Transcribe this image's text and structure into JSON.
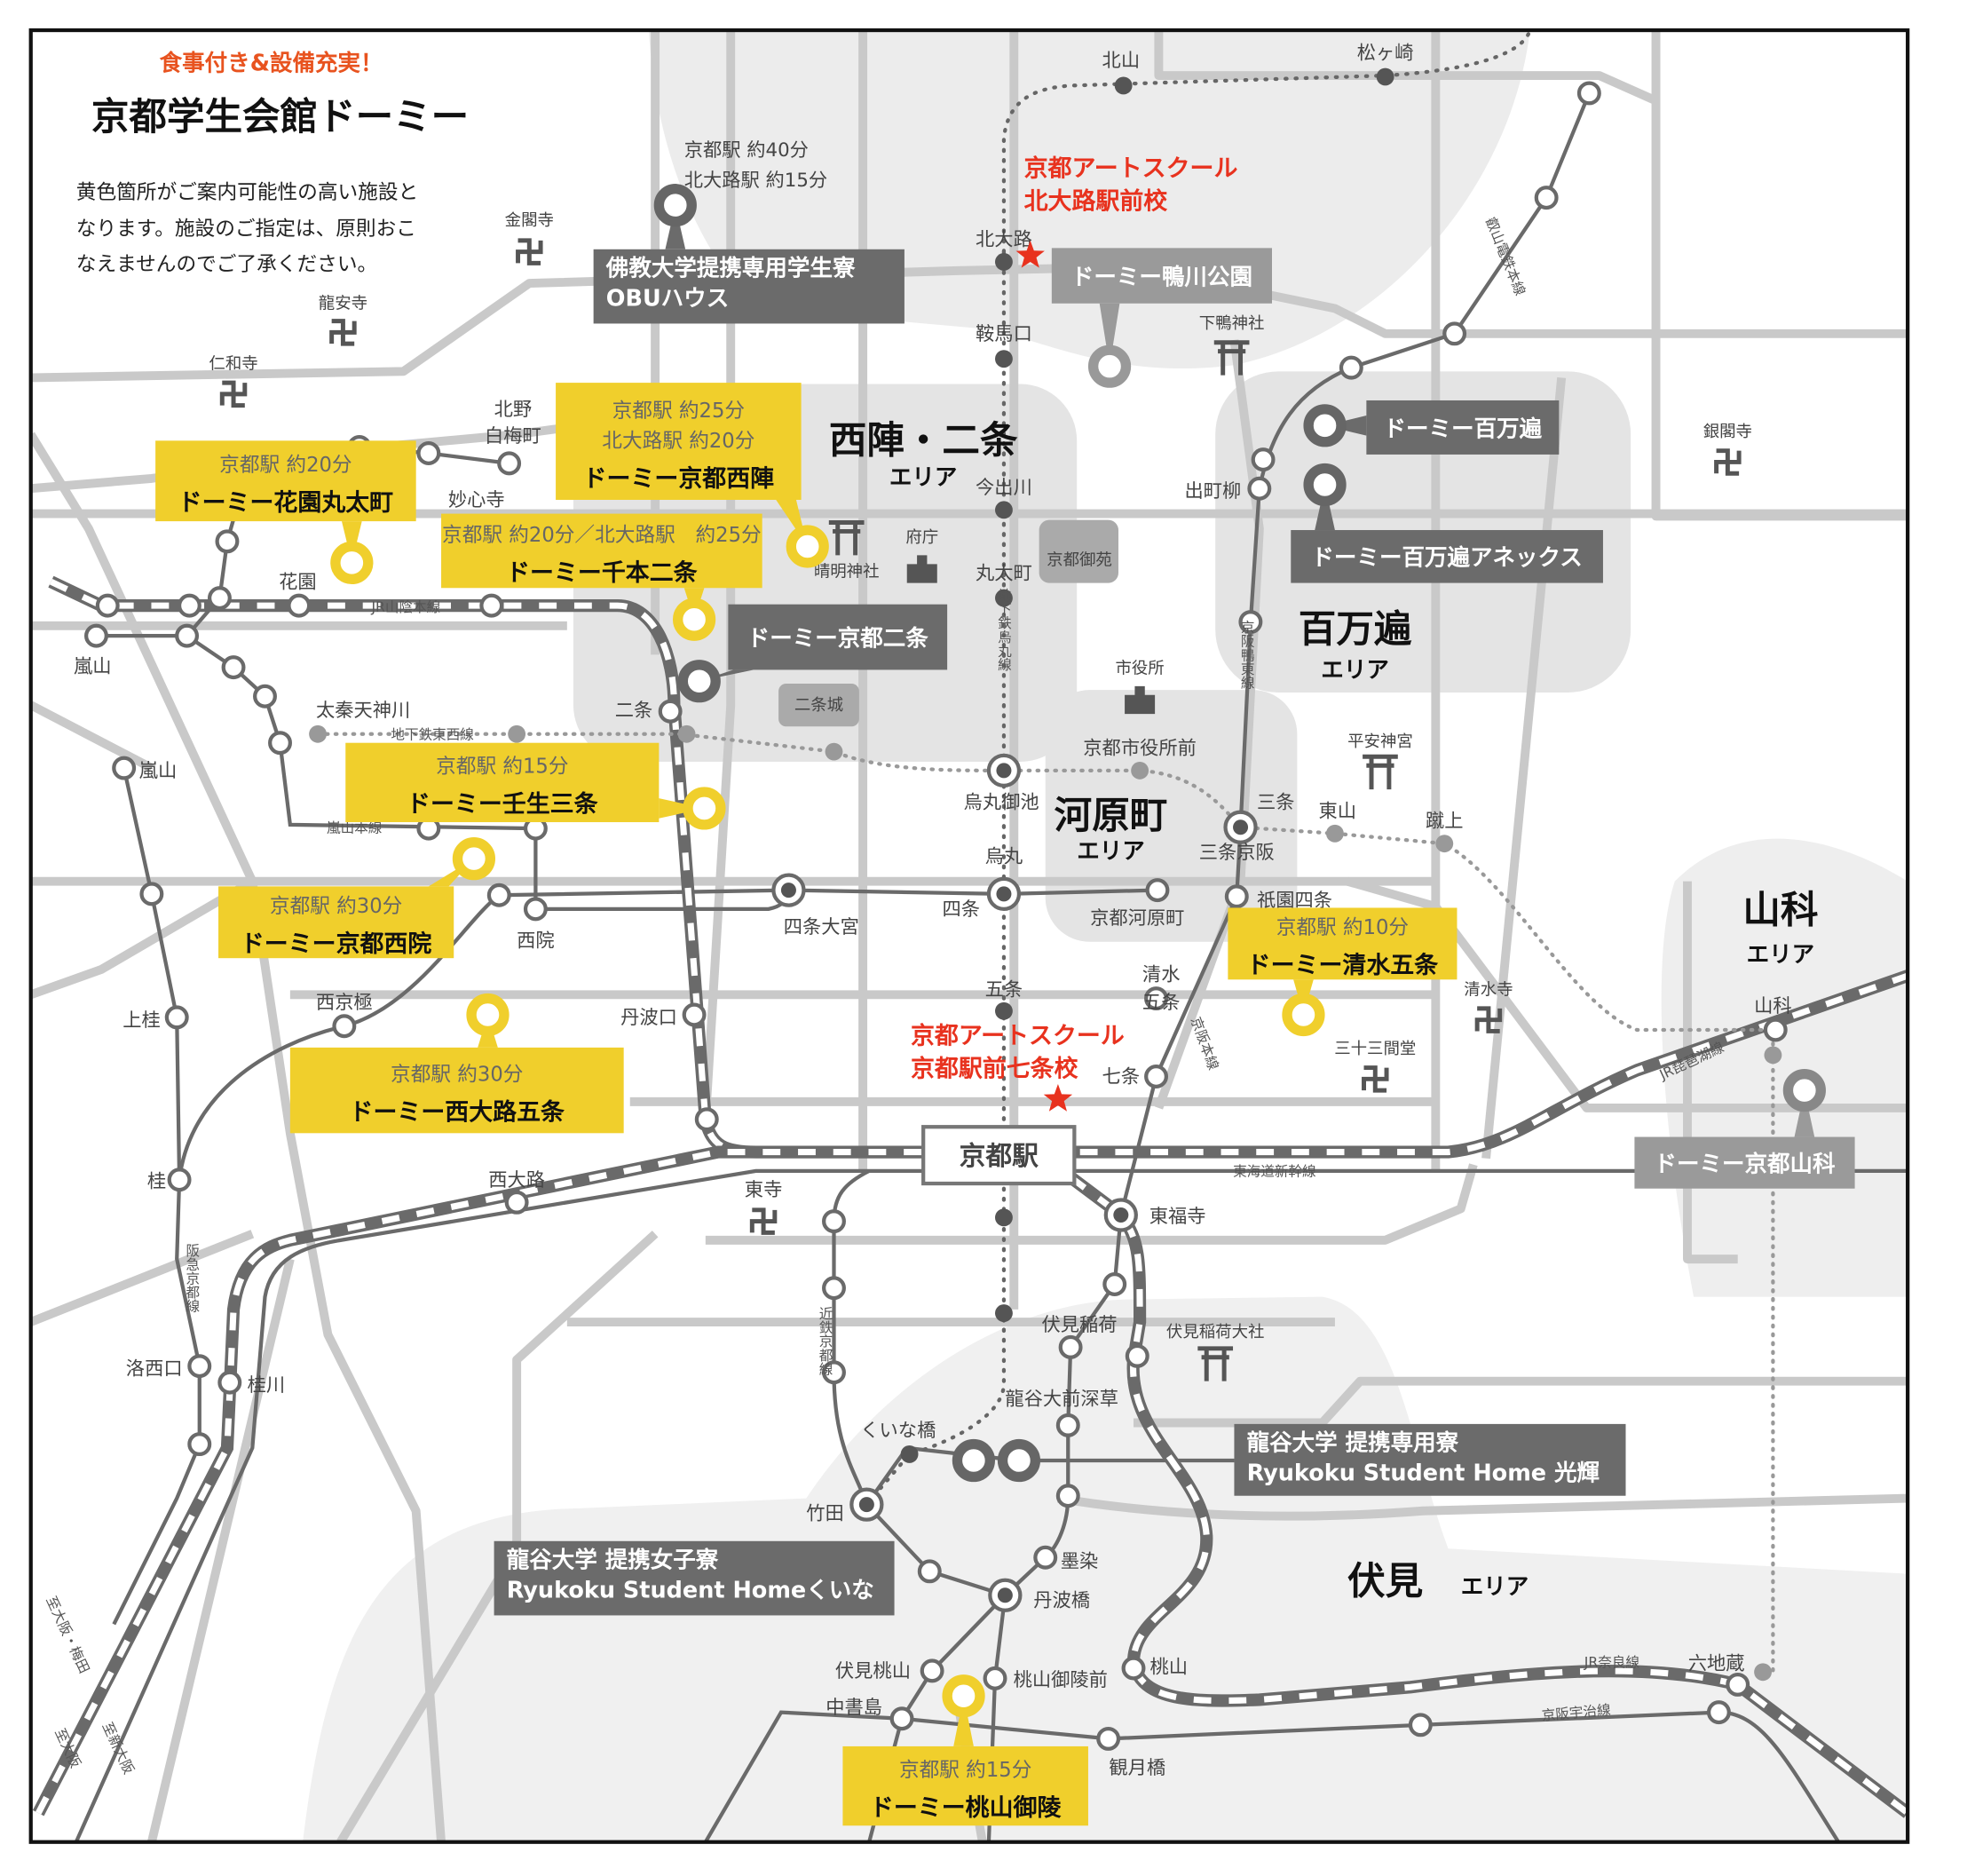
{
  "header": {
    "tagline": "食事付き&設備充実！",
    "title": "京都学生会館ドーミー",
    "notice": [
      "黄色箇所がご案内可能性の高い施設と",
      "なります。施設のご指定は、原則おこ",
      "なえませんのでご了承ください。"
    ]
  },
  "main_station": "京都駅",
  "stations": [
    "北山",
    "松ヶ崎",
    "北大路",
    "鞍馬口",
    "今出川",
    "丸太町",
    "烏丸御池",
    "烏丸",
    "四条",
    "五条",
    "出町柳",
    "三条",
    "三条京阪",
    "東山",
    "蹴上",
    "祇園四条",
    "清水",
    "五条",
    "七条",
    "東福寺",
    "伏見稲荷",
    "龍谷大前深草",
    "墨染",
    "丹波橋",
    "桃山御陵前",
    "伏見桃山",
    "中書島",
    "観月橋",
    "桃山",
    "六地蔵",
    "山科",
    "京都市役所前",
    "京都河原町",
    "四条大宮",
    "西院",
    "西京極",
    "丹波口",
    "二条",
    "太秦天神川",
    "嵐山",
    "嵐山",
    "花園",
    "北野",
    "白梅町",
    "妙心寺",
    "上桂",
    "桂",
    "洛西口",
    "桂川",
    "西大路",
    "東寺",
    "竹田",
    "くいな橋"
  ],
  "lines": [
    "JR山陰本線",
    "地下鉄東西線",
    "嵐山本線",
    "地下鉄烏丸線",
    "京阪鴨東線",
    "叡山電鉄本線",
    "京阪本線",
    "東海道新幹線",
    "JR琵琶湖線",
    "近鉄京都線",
    "阪急京都線",
    "JR奈良線",
    "京阪宇治線",
    "至大阪・梅田",
    "至大阪",
    "至新大阪"
  ],
  "landmarks": [
    "金閣寺",
    "龍安寺",
    "仁和寺",
    "下鴨神社",
    "銀閣寺",
    "晴明神社",
    "府庁",
    "京都御苑",
    "市役所",
    "二条城",
    "平安神宮",
    "清水寺",
    "三十三間堂",
    "東寺",
    "伏見稲荷大社"
  ],
  "areas": [
    {
      "name": "西陣・二条",
      "suffix": "エリア"
    },
    {
      "name": "百万遍",
      "suffix": "エリア"
    },
    {
      "name": "河原町",
      "suffix": "エリア"
    },
    {
      "name": "山科",
      "suffix": "エリア"
    },
    {
      "name": "伏見",
      "suffix": "エリア"
    }
  ],
  "featured_dorms": [
    {
      "time": [
        "京都駅 約20分"
      ],
      "name": "ドーミー花園丸太町"
    },
    {
      "time": [
        "京都駅 約25分",
        "北大路駅 約20分"
      ],
      "name": "ドーミー京都西陣"
    },
    {
      "time": [
        "京都駅 約20分／北大路駅　約25分"
      ],
      "name": "ドーミー千本二条"
    },
    {
      "time": [
        "京都駅 約15分"
      ],
      "name": "ドーミー壬生三条"
    },
    {
      "time": [
        "京都駅 約30分"
      ],
      "name": "ドーミー京都西院"
    },
    {
      "time": [
        "京都駅 約30分"
      ],
      "name": "ドーミー西大路五条"
    },
    {
      "time": [
        "京都駅 約10分"
      ],
      "name": "ドーミー清水五条"
    },
    {
      "time": [
        "京都駅 約15分"
      ],
      "name": "ドーミー桃山御陵"
    }
  ],
  "other_dorms": [
    {
      "lines": [
        "佛教大学提携専用学生寮",
        "OBUハウス"
      ]
    },
    {
      "lines": [
        "ドーミー鴨川公園"
      ]
    },
    {
      "lines": [
        "ドーミー百万遍"
      ]
    },
    {
      "lines": [
        "ドーミー百万遍アネックス"
      ]
    },
    {
      "lines": [
        "ドーミー京都二条"
      ]
    },
    {
      "lines": [
        "ドーミー京都山科"
      ]
    },
    {
      "lines": [
        "龍谷大学 提携専用寮",
        "Ryukoku Student Home 光輝"
      ]
    },
    {
      "lines": [
        "龍谷大学 提携女子寮",
        "Ryukoku Student Homeくいな"
      ]
    }
  ],
  "obu_access": [
    "京都駅 約40分",
    "北大路駅 約15分"
  ],
  "schools": [
    {
      "lines": [
        "京都アートスクール",
        "北大路駅前校"
      ]
    },
    {
      "lines": [
        "京都アートスクール",
        "京都駅前七条校"
      ]
    }
  ],
  "colors": {
    "featured": "#f0cf2c",
    "dorm_box": "#6b6b6b",
    "dorm_box_light": "#9a9a9a",
    "school": "#e8321e",
    "tagline": "#e8531f"
  }
}
